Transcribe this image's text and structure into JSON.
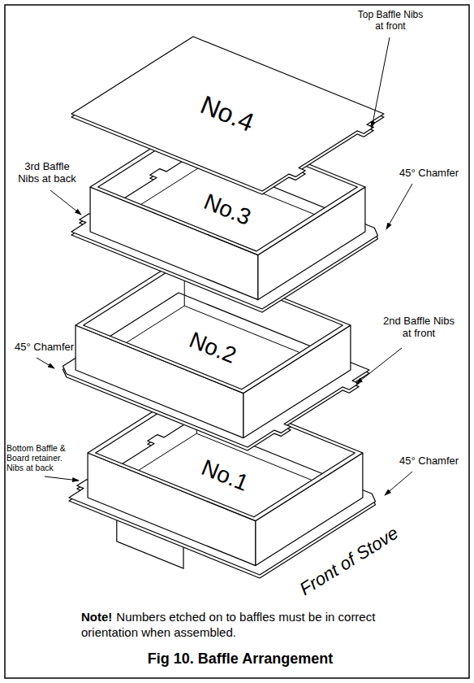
{
  "diagram": {
    "caption": "Fig 10. Baffle Arrangement",
    "labels": [
      "Top Baffle Nibs at front",
      "No.4",
      "3rd Baffle Nibs at back",
      "45° Chamfer",
      "No.3",
      "2nd Baffle Nibs at front",
      "45° Chamfer",
      "No.2",
      "Bottom Baffle & Board retainer. Nibs at back",
      "45° Chamfer",
      "No.1",
      "Front of Stove",
      "Note!",
      "Numbers etched on to baffles must be in correct orientation when assembled."
    ]
  }
}
